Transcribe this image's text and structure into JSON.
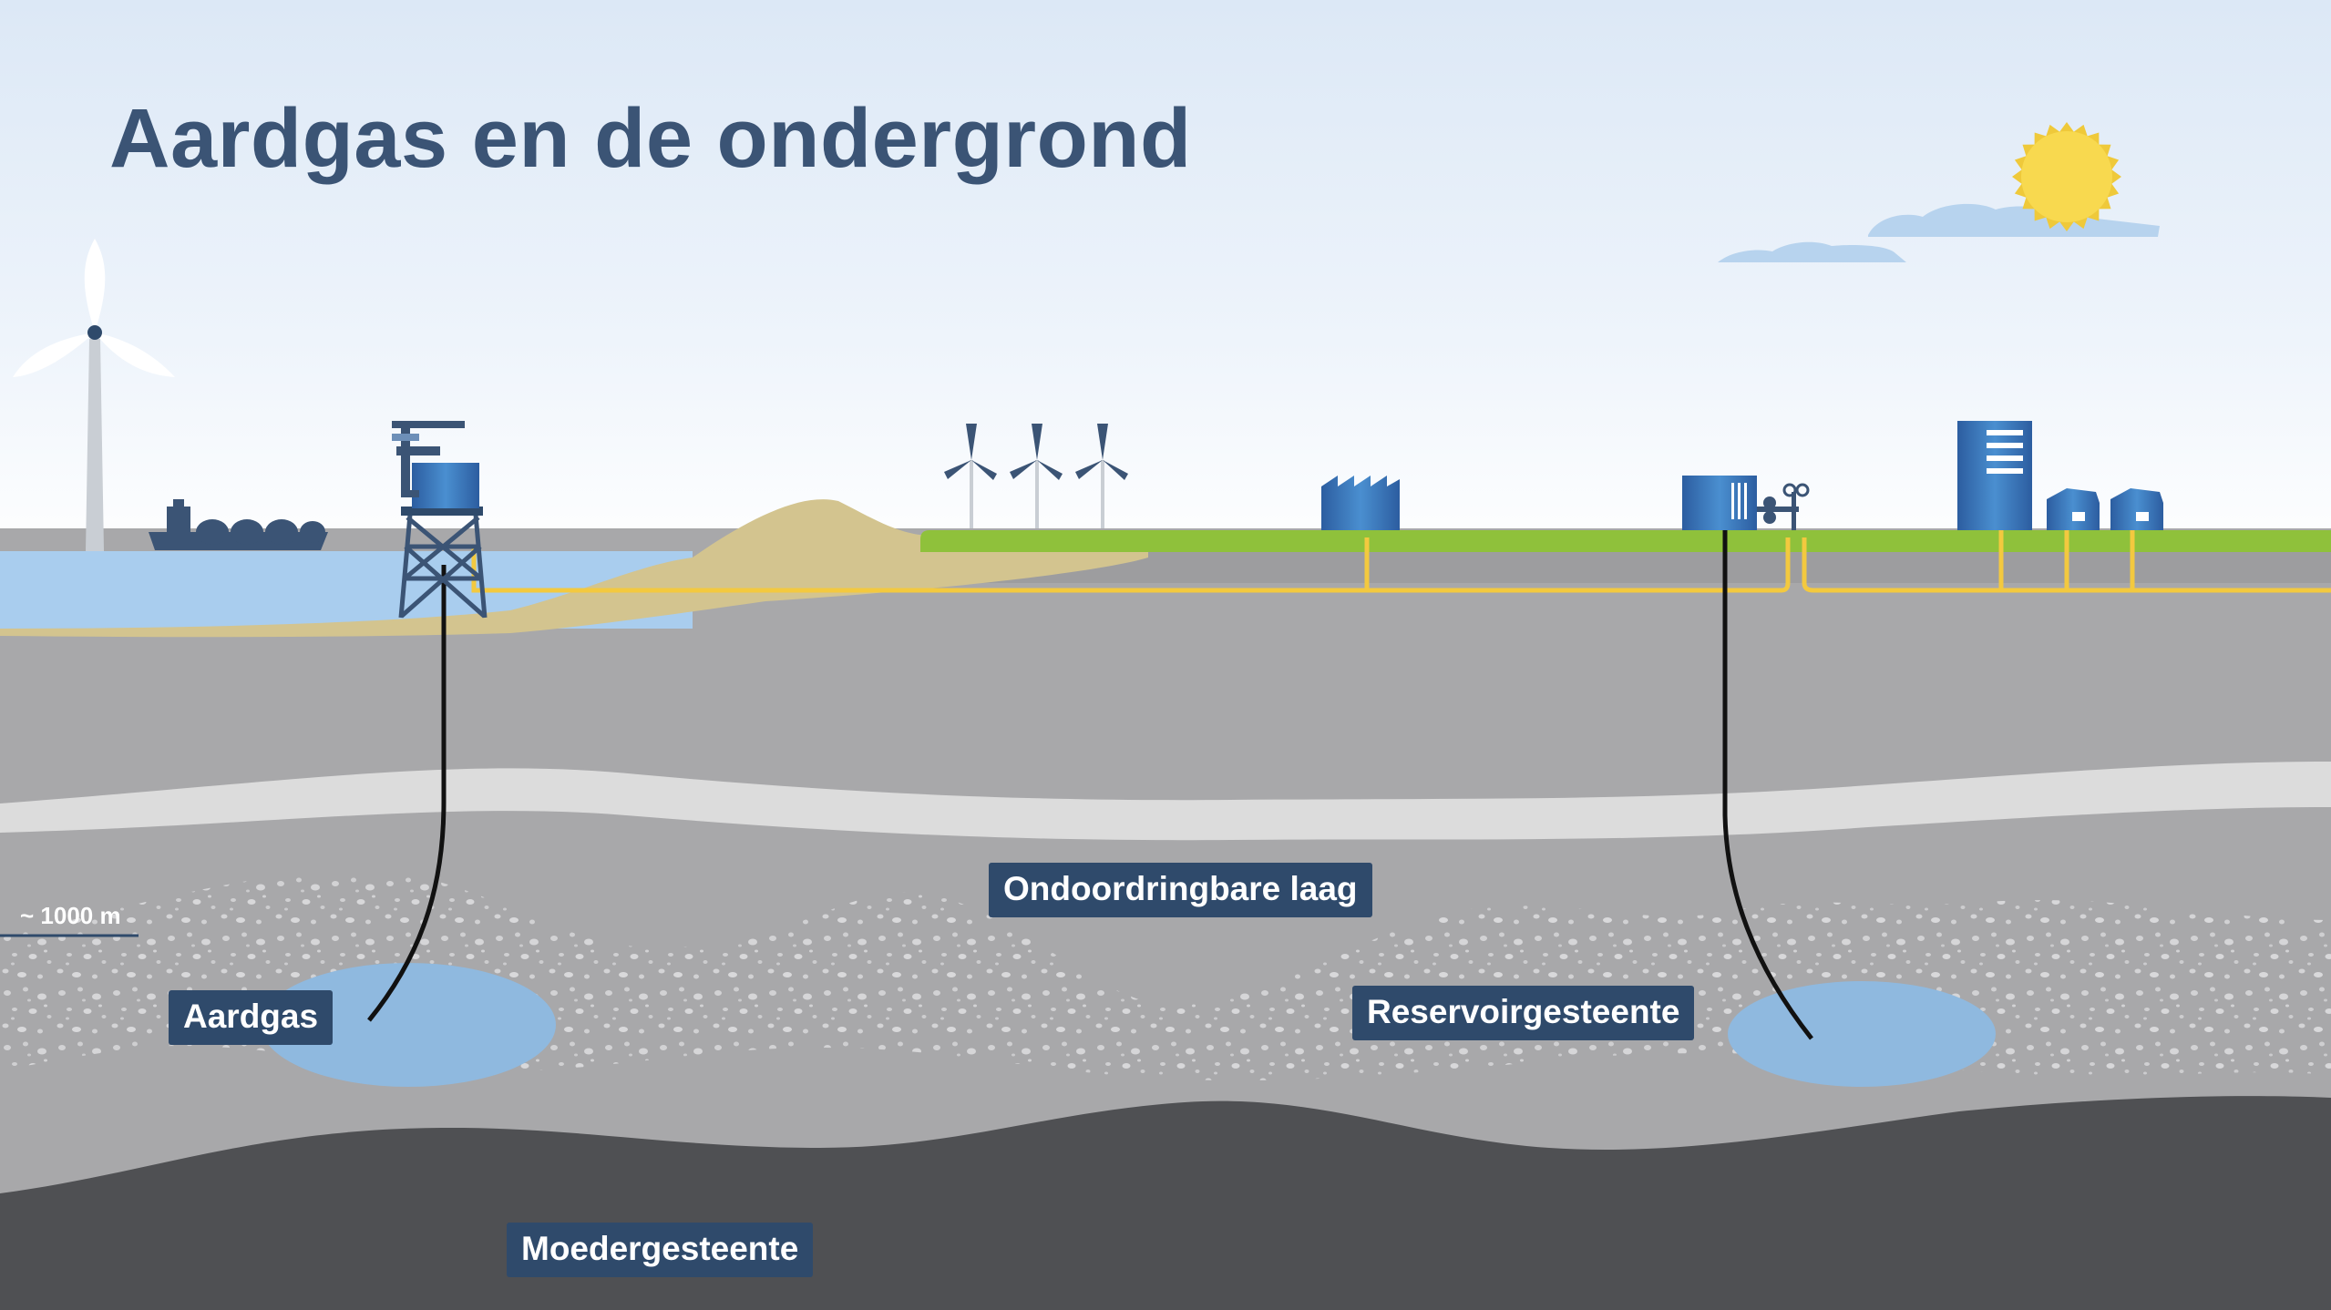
{
  "title": "Aardgas en de ondergrond",
  "labels": {
    "impermeable_layer": "Ondoordringbare laag",
    "natural_gas": "Aardgas",
    "reservoir_rock": "Reservoirgesteente",
    "source_rock": "Moedergesteente"
  },
  "depth_marker": "~ 1000 m",
  "colors": {
    "sky_top": "#dce8f6",
    "sky_bottom": "#ffffff",
    "sea": "#a9cdee",
    "sand": "#d3c48f",
    "grass": "#8fc13b",
    "pipeline": "#f3c93f",
    "subsurface": "#a8a8aa",
    "impermeable_band": "#dcdcdc",
    "source_rock": "#4f5053",
    "gas": "#8fb9df",
    "label_bg": "#2f4a6b",
    "title": "#3b5475",
    "sun": "#f8d94f"
  },
  "icons": [
    "wind-turbine-icon",
    "lng-ship-icon",
    "offshore-platform-icon",
    "sun-icon",
    "cloud-icon",
    "factory-icon",
    "gas-station-icon",
    "office-building-icon",
    "house-icon"
  ]
}
